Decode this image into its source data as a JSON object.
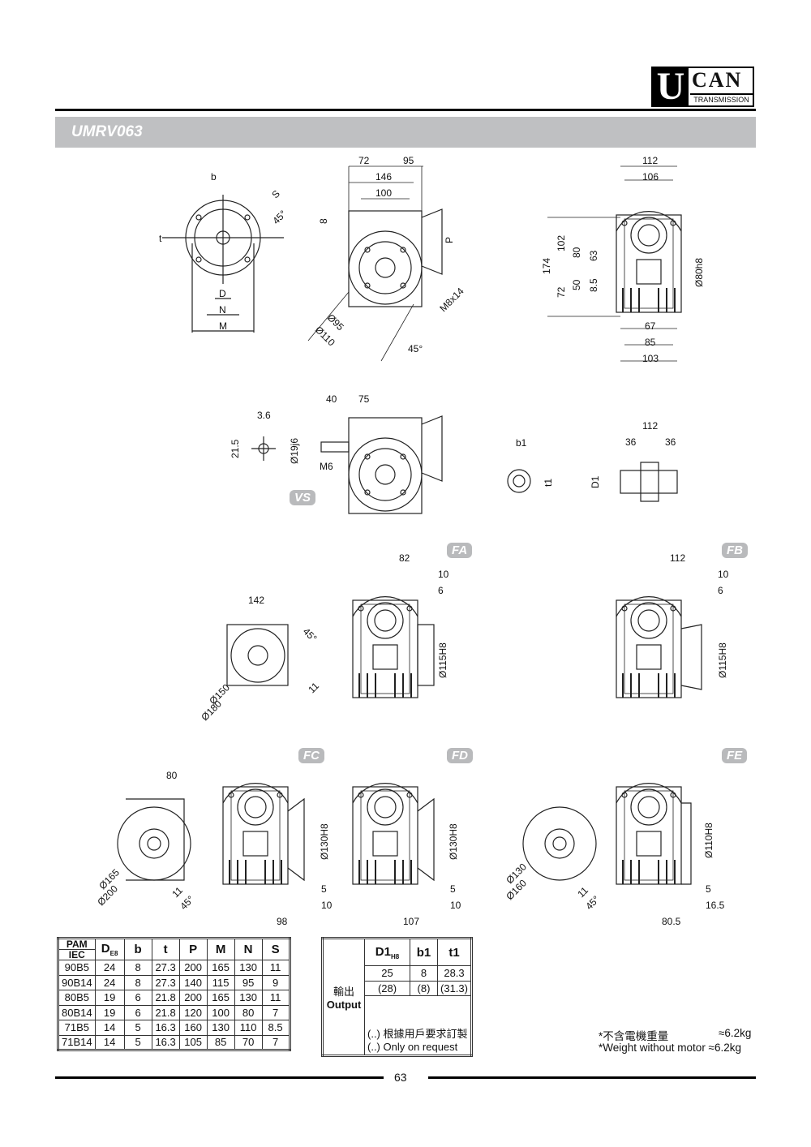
{
  "header": {
    "logo_letter": "U",
    "logo_name": "CAN",
    "logo_sub": "TRANSMISSION",
    "model": "UMRV063"
  },
  "drawings": {
    "flange_front": [
      "b",
      "S",
      "45°",
      "t",
      "D",
      "N",
      "M"
    ],
    "side": [
      "72",
      "95",
      "146",
      "100",
      "8",
      "P",
      "M8x14",
      "Ø95",
      "Ø110",
      "45°"
    ],
    "end": [
      "112",
      "106",
      "174",
      "102",
      "72",
      "80",
      "50",
      "63",
      "8.5",
      "Ø80h8",
      "67",
      "85",
      "103"
    ],
    "vs": [
      "3.6",
      "21.5",
      "40",
      "75",
      "Ø19j6",
      "M6",
      "VS"
    ],
    "shaft": [
      "b1",
      "t1",
      "D1",
      "112",
      "36",
      "36"
    ],
    "fa": [
      "FA",
      "82",
      "10",
      "6",
      "Ø115H8",
      "142",
      "45°",
      "Ø150",
      "Ø180",
      "11"
    ],
    "fb": [
      "FB",
      "112",
      "10",
      "6",
      "Ø115H8"
    ],
    "fc": [
      "FC",
      "80",
      "Ø165",
      "Ø200",
      "11",
      "45°",
      "Ø130H8",
      "5",
      "10",
      "98"
    ],
    "fd": [
      "FD",
      "Ø130H8",
      "5",
      "10",
      "107"
    ],
    "fe": [
      "FE",
      "Ø130",
      "Ø160",
      "11",
      "45°",
      "Ø110H8",
      "5",
      "16.5",
      "80.5"
    ]
  },
  "input_table": {
    "head1": "PAM",
    "head2": "IEC",
    "de": "D",
    "de_sub": "E8",
    "columns": [
      "b",
      "t",
      "P",
      "M",
      "N",
      "S"
    ],
    "rows": [
      [
        "90B5",
        "24",
        "8",
        "27.3",
        "200",
        "165",
        "130",
        "11"
      ],
      [
        "90B14",
        "24",
        "8",
        "27.3",
        "140",
        "115",
        "95",
        "9"
      ],
      [
        "80B5",
        "19",
        "6",
        "21.8",
        "200",
        "165",
        "130",
        "11"
      ],
      [
        "80B14",
        "19",
        "6",
        "21.8",
        "120",
        "100",
        "80",
        "7"
      ],
      [
        "71B5",
        "14",
        "5",
        "16.3",
        "160",
        "130",
        "110",
        "8.5"
      ],
      [
        "71B14",
        "14",
        "5",
        "16.3",
        "105",
        "85",
        "70",
        "7"
      ]
    ]
  },
  "output_table": {
    "label_cn": "輸出",
    "label_en": "Output",
    "d1": "D1",
    "d1_sub": "H8",
    "b1": "b1",
    "t1": "t1",
    "rows": [
      [
        "25",
        "8",
        "28.3"
      ],
      [
        "(28)",
        "(8)",
        "(31.3)"
      ]
    ],
    "note_cn": "(..) 根據用戶要求訂製",
    "note_en": "(..) Only on request"
  },
  "weight": {
    "cn": "*不含電機重量",
    "cn_val": "≈6.2kg",
    "en": "*Weight without motor ≈6.2kg"
  },
  "footer": {
    "page": "63"
  }
}
